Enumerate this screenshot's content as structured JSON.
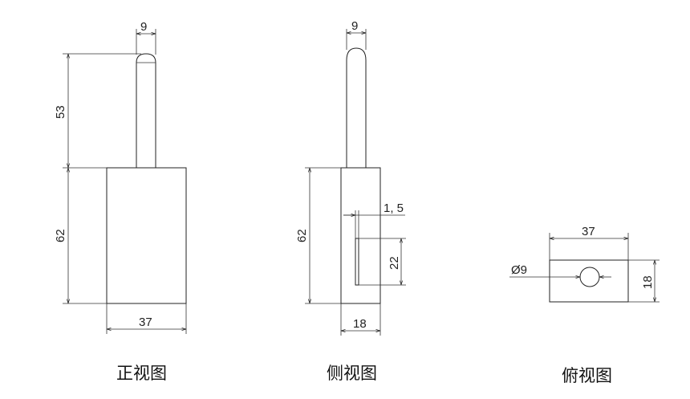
{
  "views": {
    "front": {
      "caption": "正视图",
      "dims": {
        "pin_width": "9",
        "pin_height": "53",
        "body_height": "62",
        "body_width": "37"
      }
    },
    "side": {
      "caption": "侧视图",
      "dims": {
        "pin_width": "9",
        "body_height": "62",
        "slot_width": "1, 5",
        "slot_height": "22",
        "body_width": "18"
      }
    },
    "top": {
      "caption": "俯视图",
      "dims": {
        "length": "37",
        "hole_diameter": "Ø9",
        "width": "18"
      }
    }
  }
}
